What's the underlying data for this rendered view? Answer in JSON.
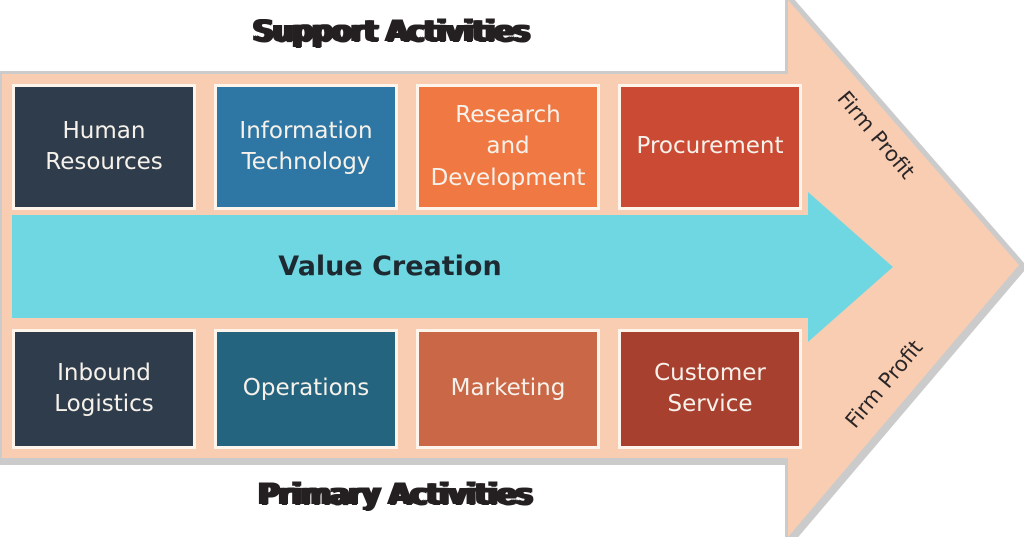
{
  "diagram": {
    "title_top": "Support Activities",
    "title_bottom": "Primary Activities",
    "firm_profit_top": "Firm Profit",
    "firm_profit_bottom": "Firm Profit",
    "value_arrow": {
      "label": "Value Creation",
      "color": "#6fd7e2",
      "text_color": "#1e2a32"
    },
    "main_arrow": {
      "color": "#f8cdb2",
      "shadow_color": "#cbcbcb"
    },
    "support_boxes": [
      {
        "label": "Human\nResources",
        "color": "#2e3c4b"
      },
      {
        "label": "Information\nTechnology",
        "color": "#2e76a3"
      },
      {
        "label": "Research\nand\nDevelopment",
        "color": "#f07943"
      },
      {
        "label": "Procurement",
        "color": "#ca4a33"
      }
    ],
    "primary_boxes": [
      {
        "label": "Inbound\nLogistics",
        "color": "#2e3c4b"
      },
      {
        "label": "Operations",
        "color": "#25647f"
      },
      {
        "label": "Marketing",
        "color": "#c96746"
      },
      {
        "label": "Customer\nService",
        "color": "#a8402f"
      }
    ]
  }
}
